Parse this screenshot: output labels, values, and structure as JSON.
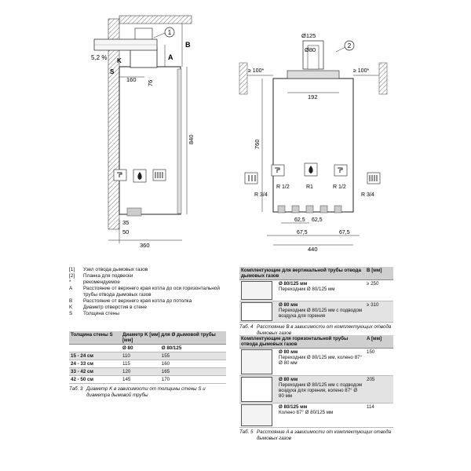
{
  "left_drawing": {
    "callout_1": "1",
    "slope": "5,2 %",
    "dim_b": "B",
    "dim_a": "A",
    "label_s": "S",
    "label_k": "K",
    "dim_160": "160",
    "dim_76": "76",
    "dim_840": "840",
    "dim_35": "35",
    "dim_50": "50",
    "dim_360": "360"
  },
  "right_drawing": {
    "dia_125": "Ø125",
    "dia_80": "Ø80",
    "callout_2": "2",
    "clear_left": "≥ 100*",
    "clear_right": "≥ 100*",
    "dim_192": "192",
    "dim_760": "760",
    "r_half_left": "R 1/2",
    "r1": "R1",
    "r_half_right": "R 1/2",
    "r34_left": "R 3/4",
    "r34_right": "R 3/4",
    "dim_62_5_a": "62,5",
    "dim_62_5_b": "62,5",
    "dim_67_5_a": "67,5",
    "dim_67_5_b": "67,5",
    "dim_440": "440"
  },
  "legend": [
    {
      "key": "[1]",
      "text": "Узел отвода дымовых газов"
    },
    {
      "key": "[2]",
      "text": "Планка для подвески"
    },
    {
      "key": "*",
      "text": "рекомендуемое"
    },
    {
      "key": "A",
      "text": "Расстояние от верхнего края котла до оси горизонтальной трубы отвода дымовых газов"
    },
    {
      "key": "B",
      "text": "Расстояние от верхнего края котла до потолка"
    },
    {
      "key": "K",
      "text": "Диаметр отверстия в стене"
    },
    {
      "key": "S",
      "text": "Толщина стены"
    }
  ],
  "table3": {
    "col1": "Толщина стены S",
    "col2": "Диаметр K [мм] для Ø дымовой трубы [мм]",
    "sub1": "Ø 80",
    "sub2": "Ø 80/125",
    "rows": [
      {
        "s": "15 - 24 см",
        "a": "110",
        "b": "155"
      },
      {
        "s": "24 - 33 см",
        "a": "115",
        "b": "160"
      },
      {
        "s": "33 - 42 см",
        "a": "120",
        "b": "165"
      },
      {
        "s": "42 - 50 см",
        "a": "145",
        "b": "170"
      }
    ],
    "caption_no": "Таб. 3",
    "caption": "Диаметр K в зависимости от толщины стены S и диаметра дымовой трубы"
  },
  "table4": {
    "col1": "Комплектующие для вертикальной трубы отвода дымовых газов",
    "col2": "B [мм]",
    "rows": [
      {
        "title": "Ø 80/125 мм",
        "desc": "Переходник Ø 80/125 мм",
        "val": "≥ 250"
      },
      {
        "title": "Ø 80 мм",
        "desc": "Переходник Ø 80/125 мм с подводом воздуха для горения",
        "val": "≥ 310"
      }
    ],
    "caption_no": "Таб. 4",
    "caption": "Расстояние B в зависимости от комплектующих отвода дымовых газов"
  },
  "table5": {
    "col1": "Комплектующие для горизонтальной трубы отвода дымовых газов",
    "col2": "A [мм]",
    "rows": [
      {
        "title": "Ø 80 мм",
        "desc": "Переходник Ø 80/125 мм, колено 87° Ø 80 мм",
        "val": "150"
      },
      {
        "title": "Ø 80 мм",
        "desc": "Переходник Ø 80/125 мм с подводом воздуха для горения, колено 87° Ø 80 мм",
        "val": "205"
      },
      {
        "title": "Ø 80/125 мм",
        "desc": "Колено 87° Ø 80/125 мм",
        "val": "114"
      }
    ],
    "caption_no": "Таб. 5",
    "caption": "Расстояние A в зависимости от комплектующих отвода дымовых газов"
  }
}
